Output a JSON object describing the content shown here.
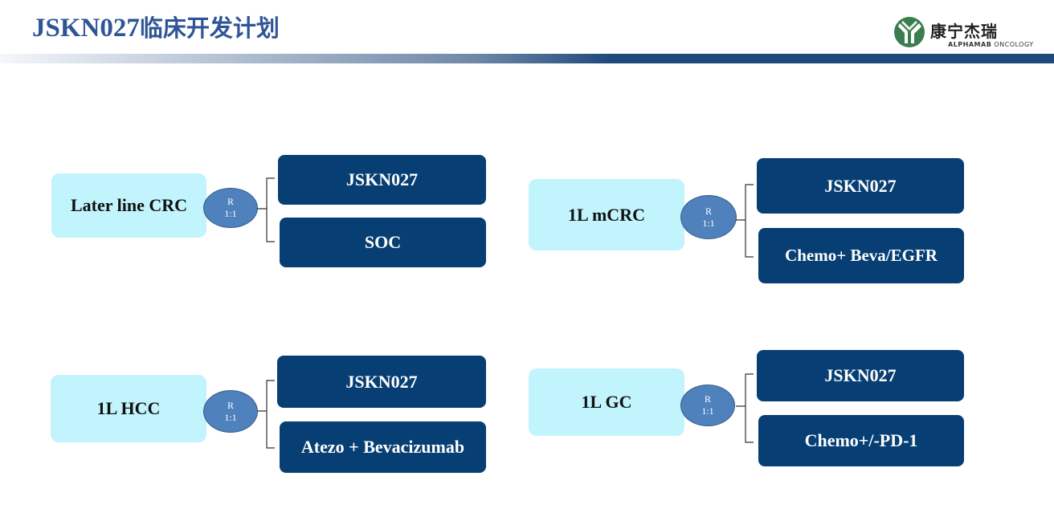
{
  "header": {
    "title_en": "JSKN027",
    "title_cn": "临床开发计划",
    "logo": {
      "icon": "alphamab-logo-icon",
      "name_cn": "康宁杰瑞",
      "name_en_bold": "ALPHAMAB",
      "name_en_light": " ONCOLOGY",
      "color": "#3a7d4f"
    },
    "bar_color": "#1f497d"
  },
  "colors": {
    "indication_bg": "#c1f4fd",
    "arm_bg": "#073e73",
    "randomization_bg": "#4f81bd"
  },
  "trials": [
    {
      "indication": "Later line CRC",
      "randomization": {
        "label": "R",
        "ratio": "1:1"
      },
      "arms": [
        "JSKN027",
        "SOC"
      ]
    },
    {
      "indication": "1L mCRC",
      "randomization": {
        "label": "R",
        "ratio": "1:1"
      },
      "arms": [
        "JSKN027",
        "Chemo+ Beva/EGFR"
      ]
    },
    {
      "indication": "1L HCC",
      "randomization": {
        "label": "R",
        "ratio": "1:1"
      },
      "arms": [
        "JSKN027",
        "Atezo + Bevacizumab"
      ]
    },
    {
      "indication": "1L GC",
      "randomization": {
        "label": "R",
        "ratio": "1:1"
      },
      "arms": [
        "JSKN027",
        "Chemo+/-PD-1"
      ]
    }
  ]
}
